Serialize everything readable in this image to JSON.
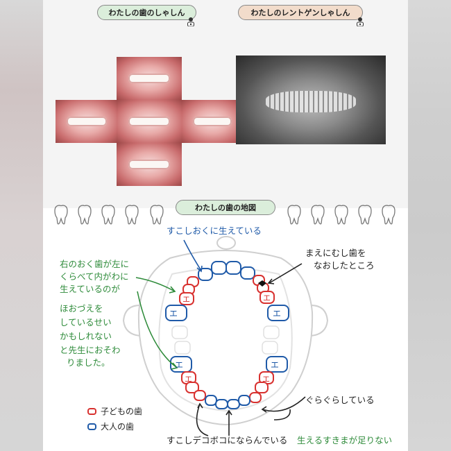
{
  "headers": {
    "photos_title": "わたしの歯のしゃしん",
    "xray_title": "わたしのレントゲンしゃしん",
    "map_title": "わたしの歯の地図"
  },
  "annotations": {
    "top": "すこしおくに生えている",
    "right_top_line1": "まえにむし歯を",
    "right_top_line2": "なおしたところ",
    "left_line1": "右のおく歯が左に",
    "left_line2": "くらべて内がわに",
    "left_line3": "生えているのが",
    "left_line4": "ほおづえを",
    "left_line5": "しているせい",
    "left_line6": "かもしれない",
    "left_line7": "と先生におそわ",
    "left_line8": "りました。",
    "right_bottom": "ぐらぐらしている",
    "bottom_black": "すこしデコボコにならんでいる",
    "bottom_green": "生えるすきまが足りない"
  },
  "tooth_marks": {
    "child": "エ"
  },
  "legend": [
    {
      "label": "子どもの歯",
      "color": "#d8312f"
    },
    {
      "label": "大人の歯",
      "color": "#1f5aa8"
    }
  ],
  "colors": {
    "child_tooth": "#d8312f",
    "adult_tooth": "#1f5aa8",
    "note_green": "#2e8b3a",
    "note_blue": "#1f5aa8"
  },
  "icons": [
    "doctor-icon",
    "tooth-icon",
    "face-outline"
  ]
}
